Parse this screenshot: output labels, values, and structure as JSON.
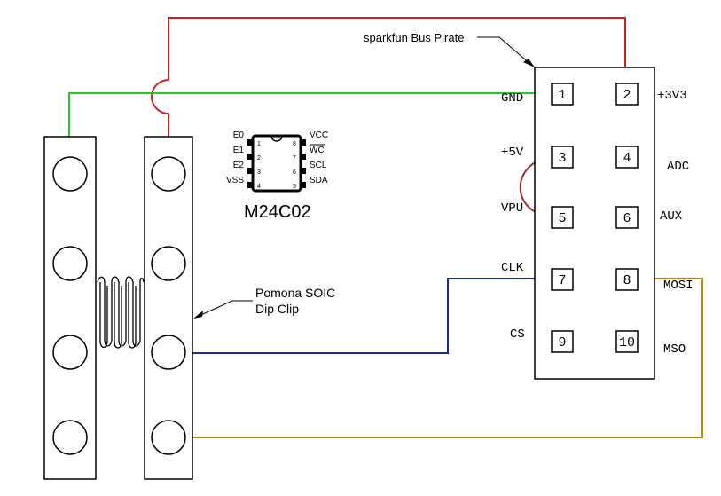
{
  "colors": {
    "background": "#ffffff",
    "outline": "#000000",
    "wire_red": "#cc2222",
    "wire_green": "#22cc22",
    "wire_blue": "#1a2a9a",
    "wire_olive": "#b08c10",
    "jumper_dark_red": "#a52a2a"
  },
  "bus_pirate": {
    "title": "sparkfun Bus Pirate",
    "pins": [
      "1",
      "2",
      "3",
      "4",
      "5",
      "6",
      "7",
      "8",
      "9",
      "10"
    ],
    "left_labels": {
      "gnd": "GND",
      "p5v": "+5V",
      "vpu": "VPU",
      "clk": "CLK",
      "cs": "CS"
    },
    "right_labels": {
      "v33": "+3V3",
      "adc": "ADC",
      "aux": "AUX",
      "mosi": "MOSI",
      "miso": "MSO"
    }
  },
  "chip": {
    "name": "M24C02",
    "left_pins": [
      "E0",
      "E1",
      "E2",
      "VSS"
    ],
    "right_pins": [
      "VCC",
      "WC",
      "SCL",
      "SDA"
    ],
    "left_numbers": [
      "1",
      "2",
      "3",
      "4"
    ],
    "right_numbers": [
      "8",
      "7",
      "6",
      "5"
    ]
  },
  "clip": {
    "label_line1": "Pomona SOIC",
    "label_line2": "Dip Clip"
  }
}
